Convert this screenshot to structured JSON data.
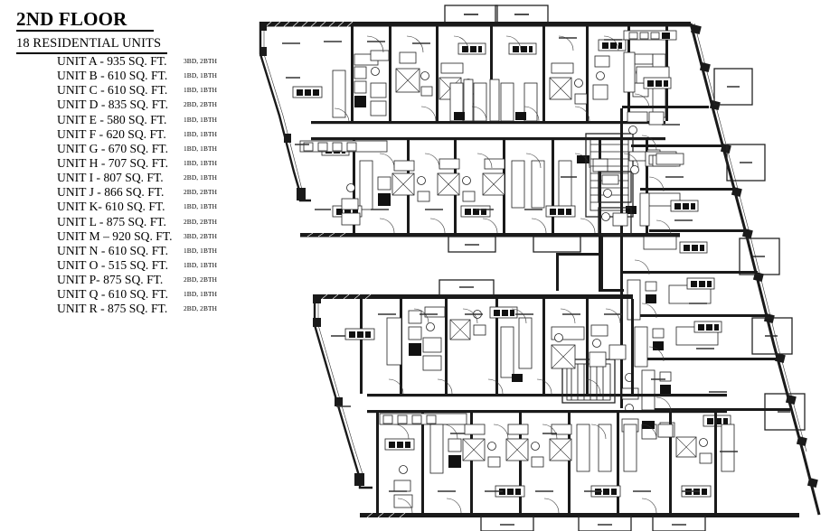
{
  "legend": {
    "title": "2ND FLOOR",
    "subtitle": "18 RESIDENTIAL UNITS",
    "units": [
      {
        "name": "UNIT A - 935 SQ. FT.",
        "spec": "3BD, 2BTH"
      },
      {
        "name": "UNIT B - 610 SQ. FT.",
        "spec": "1BD, 1BTH"
      },
      {
        "name": "UNIT C - 610 SQ. FT.",
        "spec": "1BD, 1BTH"
      },
      {
        "name": "UNIT D - 835 SQ. FT.",
        "spec": "2BD, 2BTH"
      },
      {
        "name": "UNIT E - 580 SQ. FT.",
        "spec": "1BD, 1BTH"
      },
      {
        "name": "UNIT F - 620 SQ. FT.",
        "spec": "1BD, 1BTH"
      },
      {
        "name": "UNIT G - 670 SQ. FT.",
        "spec": "1BD, 1BTH"
      },
      {
        "name": "UNIT H - 707 SQ. FT.",
        "spec": "1BD, 1BTH"
      },
      {
        "name": "UNIT I - 807 SQ. FT.",
        "spec": "2BD, 1BTH"
      },
      {
        "name": "UNIT J - 866 SQ. FT.",
        "spec": "2BD, 2BTH"
      },
      {
        "name": "UNIT K- 610 SQ. FT.",
        "spec": "1BD, 1BTH"
      },
      {
        "name": "UNIT L - 875 SQ. FT.",
        "spec": "2BD, 2BTH"
      },
      {
        "name": "UNIT M – 920 SQ. FT.",
        "spec": "3BD, 2BTH"
      },
      {
        "name": "UNIT N - 610 SQ. FT.",
        "spec": "1BD, 1BTH"
      },
      {
        "name": "UNIT O - 515 SQ. FT.",
        "spec": "1BD, 1BTH"
      },
      {
        "name": "UNIT P- 875 SQ. FT.",
        "spec": "2BD, 2BTH"
      },
      {
        "name": "UNIT Q - 610 SQ. FT.",
        "spec": "1BD, 1BTH"
      },
      {
        "name": "UNIT R - 875 SQ. FT.",
        "spec": "2BD, 2BTH"
      }
    ]
  },
  "plan": {
    "name": "second-floor-plan-drawing",
    "description": "Architectural floor plan, 18 residential units, C-shaped footprint with angled east and west exterior walls, two double-loaded corridor wings, two stair cores, projecting balconies on north, south and east elevations",
    "colors": {
      "wall": "#1a1a1a",
      "line": "#222222",
      "background": "#ffffff"
    }
  }
}
